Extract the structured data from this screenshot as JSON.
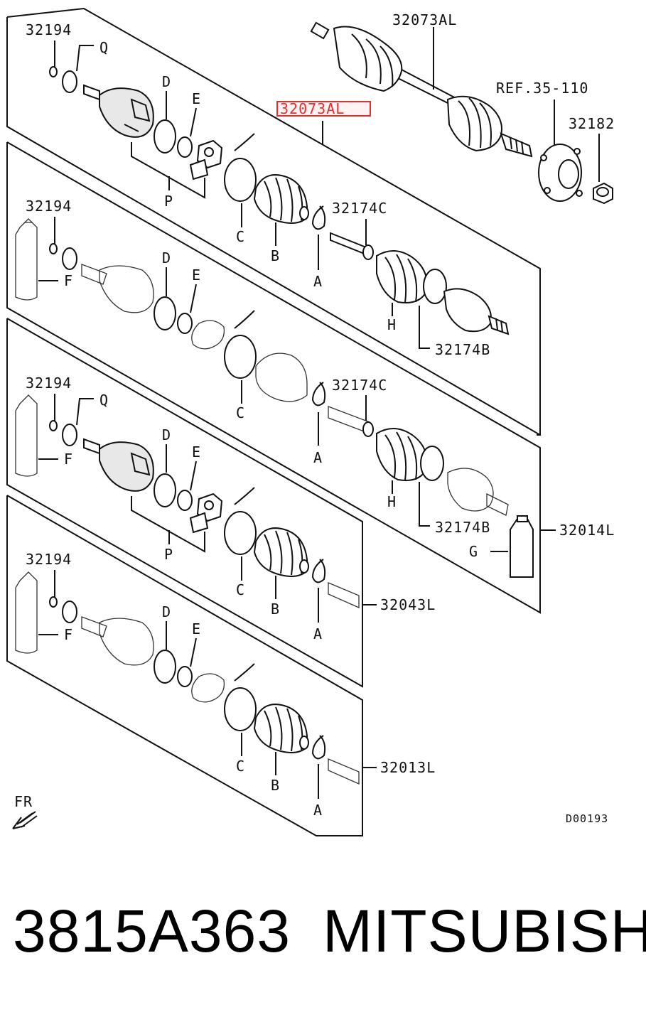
{
  "labels": {
    "top_shaft": "32073AL",
    "top_shaft_highlight": "32073AL",
    "ref": "REF.35-110",
    "hub_nut": "32182",
    "clip": "32194",
    "clip_b": "32194",
    "clip_c": "32194",
    "clip_d": "32194",
    "q": "Q",
    "q_b": "Q",
    "d": "D",
    "d_b": "D",
    "d_c": "D",
    "d_d": "D",
    "e": "E",
    "e_b": "E",
    "e_c": "E",
    "e_d": "E",
    "p": "P",
    "p_b": "P",
    "c": "C",
    "c_b": "C",
    "c_c": "C",
    "c_d": "C",
    "b": "B",
    "b_b": "B",
    "b_c": "B",
    "a": "A",
    "a_b": "A",
    "a_c": "A",
    "a_d": "A",
    "band_c": "32174C",
    "band_c_b": "32174C",
    "band_b": "32174B",
    "band_b_b": "32174B",
    "h": "H",
    "h_b": "H",
    "f": "F",
    "f_b": "F",
    "f_c": "F",
    "g": "G",
    "kit_32014l": "32014L",
    "kit_32043l": "32043L",
    "kit_32013l": "32013L",
    "fr": "FR",
    "diagram_code": "D00193"
  },
  "footer": {
    "part_number": "3815A363",
    "brand": "MITSUBISHI"
  },
  "colors": {
    "highlight": "#e03030",
    "line": "#111111"
  }
}
